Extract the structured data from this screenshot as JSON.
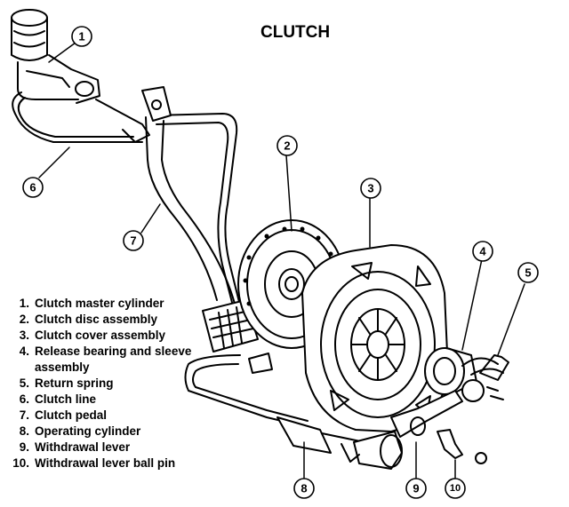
{
  "title": "CLUTCH",
  "legend": [
    {
      "num": "1.",
      "text": "Clutch master cylinder"
    },
    {
      "num": "2.",
      "text": "Clutch disc assembly"
    },
    {
      "num": "3.",
      "text": "Clutch cover assembly"
    },
    {
      "num": "4.",
      "text": "Release bearing and sleeve assembly"
    },
    {
      "num": "5.",
      "text": "Return spring"
    },
    {
      "num": "6.",
      "text": "Clutch line"
    },
    {
      "num": "7.",
      "text": "Clutch pedal"
    },
    {
      "num": "8.",
      "text": "Operating cylinder"
    },
    {
      "num": "9.",
      "text": "Withdrawal lever"
    },
    {
      "num": "10.",
      "text": "Withdrawal lever ball pin"
    }
  ],
  "callouts": [
    "1",
    "2",
    "3",
    "4",
    "5",
    "6",
    "7",
    "8",
    "9",
    "10"
  ]
}
